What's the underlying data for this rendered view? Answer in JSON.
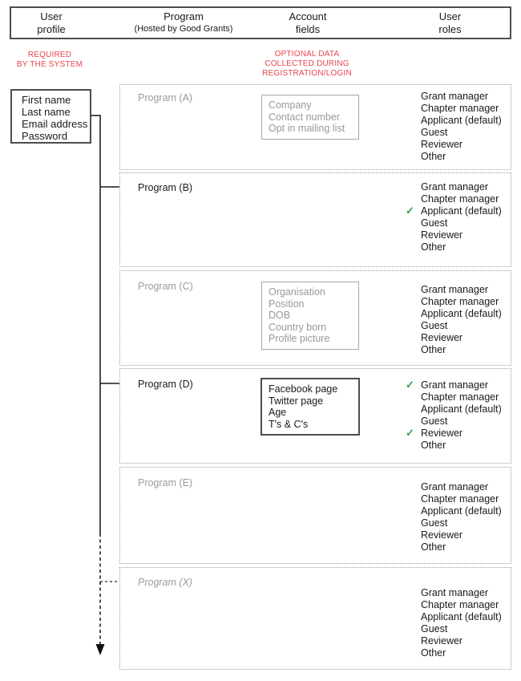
{
  "header": {
    "columns": [
      {
        "line1": "User",
        "line2": "profile"
      },
      {
        "line1": "Program",
        "line2": "(Hosted by Good Grants)"
      },
      {
        "line1": "Account",
        "line2": "fields"
      },
      {
        "line1": "User",
        "line2": "roles"
      }
    ]
  },
  "notes": {
    "required": {
      "lines": [
        "REQUIRED",
        "BY THE SYSTEM"
      ]
    },
    "optional": {
      "lines": [
        "OPTIONAL DATA",
        "COLLECTED DURING",
        "REGISTRATION/LOGIN"
      ]
    }
  },
  "user_profile": {
    "fields": [
      "First name",
      "Last name",
      "Email address",
      "Password"
    ]
  },
  "icons": {
    "check": "✓"
  },
  "colors": {
    "red": "#e8454d",
    "green": "#28a24c",
    "gray_text": "#9b9b9b",
    "dark_text": "#1a1a1a",
    "line": "#4d4d4d"
  },
  "programs": [
    {
      "label": "Program (A)",
      "account_fields": [
        "Company",
        "Contact number",
        "Opt in mailing list"
      ],
      "roles": [
        {
          "text": "Grant manager",
          "checked": false
        },
        {
          "text": "Chapter manager",
          "checked": false
        },
        {
          "text": "Applicant (default)",
          "checked": false
        },
        {
          "text": "Guest",
          "checked": false
        },
        {
          "text": "Reviewer",
          "checked": false
        },
        {
          "text": "Other",
          "checked": false
        }
      ]
    },
    {
      "label": "Program (B)",
      "account_fields": [],
      "roles": [
        {
          "text": "Grant manager",
          "checked": false
        },
        {
          "text": "Chapter manager",
          "checked": false
        },
        {
          "text": "Applicant (default)",
          "checked": true
        },
        {
          "text": "Guest",
          "checked": false
        },
        {
          "text": "Reviewer",
          "checked": false
        },
        {
          "text": "Other",
          "checked": false
        }
      ]
    },
    {
      "label": "Program (C)",
      "account_fields": [
        "Organisation",
        "Position",
        "DOB",
        "Country born",
        "Profile picture"
      ],
      "roles": [
        {
          "text": "Grant manager",
          "checked": false
        },
        {
          "text": "Chapter manager",
          "checked": false
        },
        {
          "text": "Applicant (default)",
          "checked": false
        },
        {
          "text": "Guest",
          "checked": false
        },
        {
          "text": "Reviewer",
          "checked": false
        },
        {
          "text": "Other",
          "checked": false
        }
      ]
    },
    {
      "label": "Program (D)",
      "account_fields": [
        "Facebook page",
        "Twitter page",
        "Age",
        "T's & C's"
      ],
      "roles": [
        {
          "text": "Grant manager",
          "checked": true
        },
        {
          "text": "Chapter manager",
          "checked": false
        },
        {
          "text": "Applicant (default)",
          "checked": false
        },
        {
          "text": "Guest",
          "checked": false
        },
        {
          "text": "Reviewer",
          "checked": true
        },
        {
          "text": "Other",
          "checked": false
        }
      ]
    },
    {
      "label": "Program (E)",
      "account_fields": [],
      "roles": [
        {
          "text": "Grant manager",
          "checked": false
        },
        {
          "text": "Chapter manager",
          "checked": false
        },
        {
          "text": "Applicant (default)",
          "checked": false
        },
        {
          "text": "Guest",
          "checked": false
        },
        {
          "text": "Reviewer",
          "checked": false
        },
        {
          "text": "Other",
          "checked": false
        }
      ]
    },
    {
      "label": "Program (X)",
      "account_fields": [],
      "roles": [
        {
          "text": "Grant manager",
          "checked": false
        },
        {
          "text": "Chapter manager",
          "checked": false
        },
        {
          "text": "Applicant (default)",
          "checked": false
        },
        {
          "text": "Guest",
          "checked": false
        },
        {
          "text": "Reviewer",
          "checked": false
        },
        {
          "text": "Other",
          "checked": false
        }
      ]
    }
  ]
}
